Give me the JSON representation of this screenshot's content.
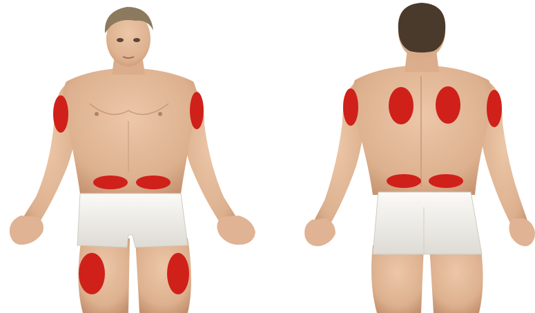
{
  "figures": [
    {
      "view": "front"
    },
    {
      "view": "back"
    }
  ],
  "colors": {
    "background": "#ffffff",
    "skin": "#e3b897",
    "skin_shadow": "#c99a78",
    "hair_front": "#8b7a5e",
    "hair_back": "#4a3a2c",
    "underwear": "#f4f2ee",
    "underwear_shadow": "#d9d6cf",
    "injection_zone": "#d0201a"
  },
  "injection_zones": {
    "front": [
      "left-upper-arm",
      "right-upper-arm",
      "abdomen-left",
      "abdomen-right",
      "left-thigh",
      "right-thigh"
    ],
    "back": [
      "left-upper-arm",
      "right-upper-arm",
      "left-shoulder-blade",
      "right-shoulder-blade",
      "lower-back-left",
      "lower-back-right"
    ]
  }
}
